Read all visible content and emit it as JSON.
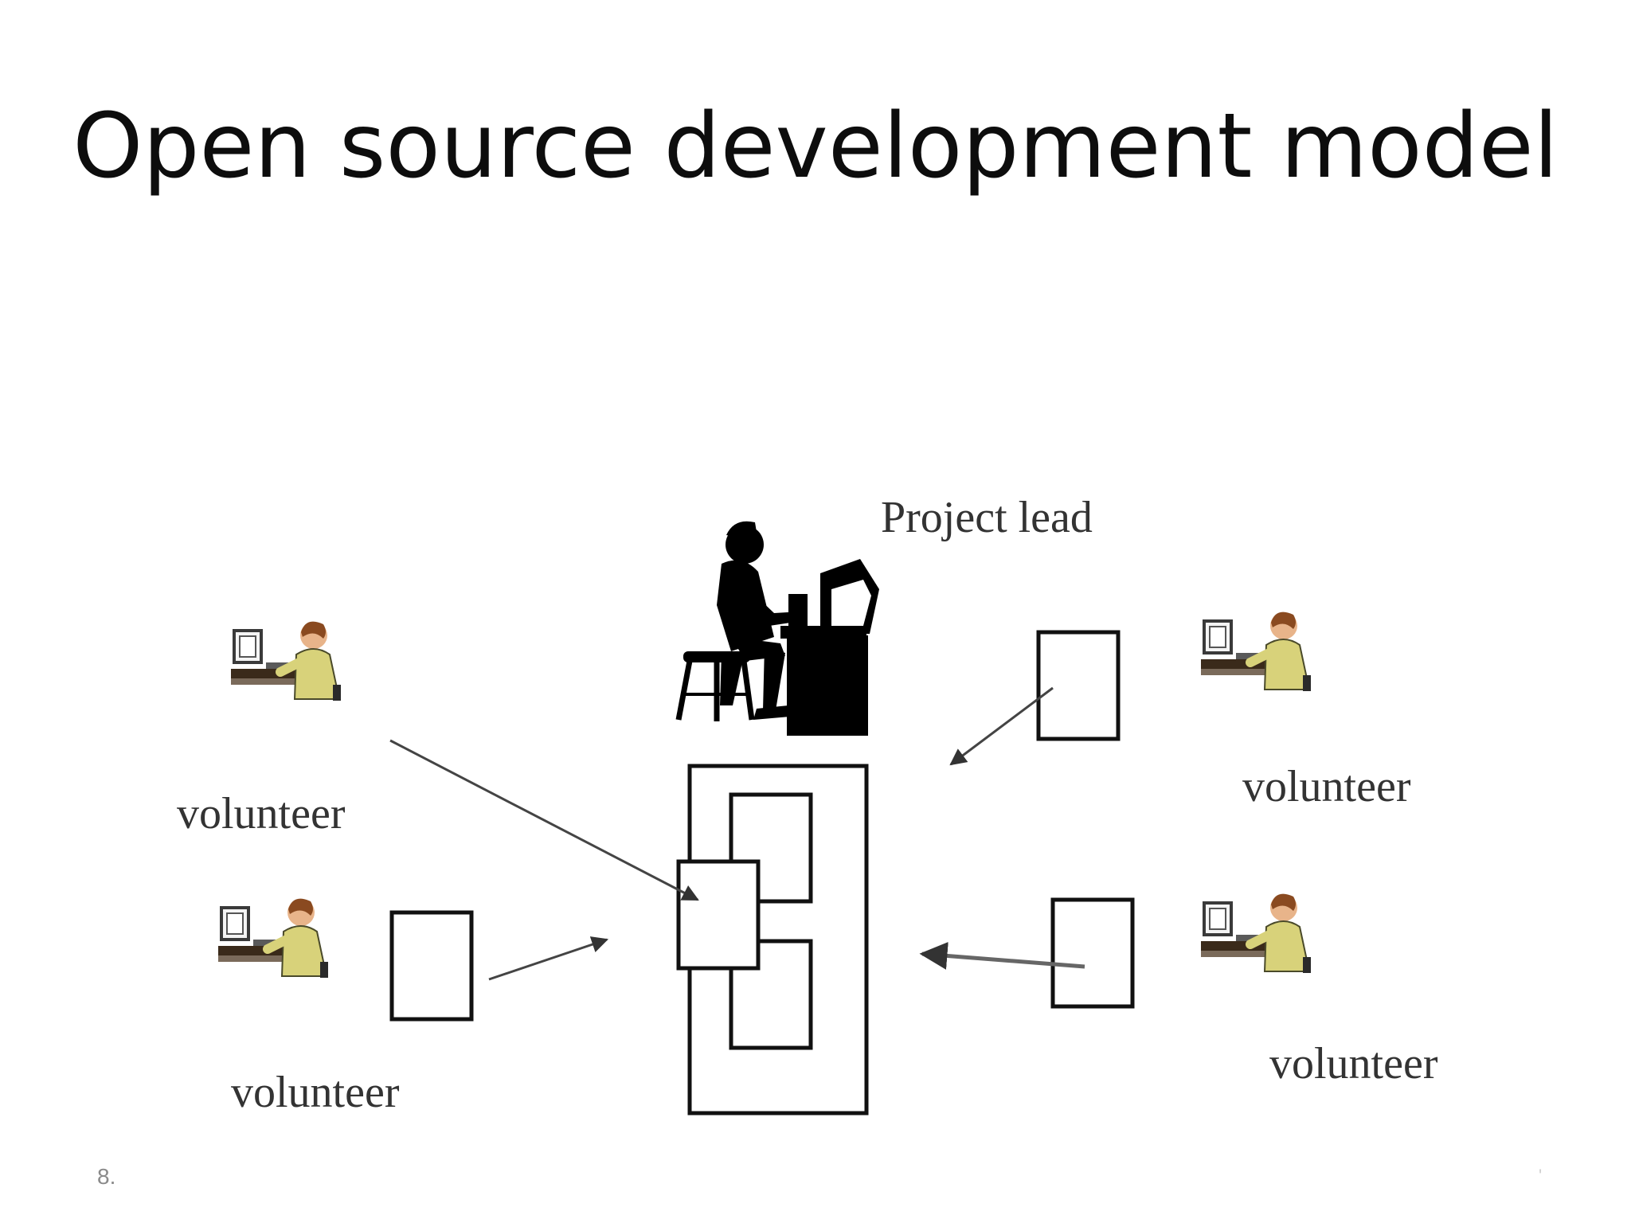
{
  "slide": {
    "title": "Open source development model",
    "slide_number": "8.",
    "corner_mark": "'"
  },
  "diagram": {
    "project_lead_label": "Project lead",
    "volunteer_labels": [
      "volunteer",
      "volunteer",
      "volunteer",
      "volunteer"
    ]
  },
  "colors": {
    "ink": "#000000",
    "shirt": "#d8d27a",
    "hair": "#8a4a20",
    "skin": "#e8b48a",
    "arrow": "#444444"
  },
  "icons": [
    "developer-at-desk-icon",
    "volunteer-at-computer-icon",
    "document-icon",
    "arrow-icon"
  ]
}
